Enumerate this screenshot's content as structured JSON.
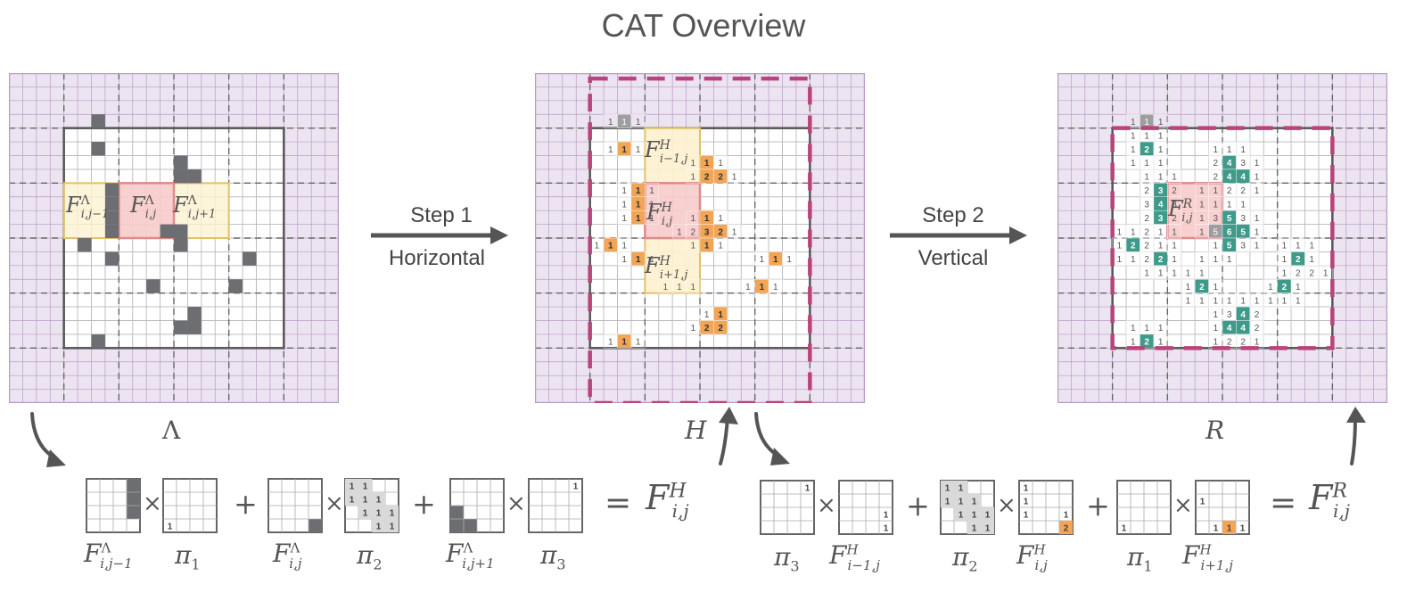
{
  "title": "CAT Overview",
  "steps": [
    {
      "step_label": "Step 1",
      "name_label": "Horizontal"
    },
    {
      "step_label": "Step 2",
      "name_label": "Vertical"
    }
  ],
  "panels": {
    "left": {
      "symbol": "Λ",
      "labels": {
        "a": "F",
        "a_sup": "Λ",
        "a_sub": "i,j−1",
        "b": "F",
        "b_sup": "Λ",
        "b_sub": "i,j",
        "c": "F",
        "c_sup": "Λ",
        "c_sub": "i,j+1"
      }
    },
    "middle": {
      "symbol": "H",
      "labels": {
        "a": "F",
        "a_sup": "H",
        "a_sub": "i−1,j",
        "b": "F",
        "b_sup": "H",
        "b_sub": "i,j",
        "c": "F",
        "c_sup": "H",
        "c_sub": "i+1,j"
      }
    },
    "right": {
      "symbol": "R",
      "labels": {
        "b": "F",
        "b_sup": "R",
        "b_sub": "i,j"
      }
    }
  },
  "equation1": {
    "terms": [
      {
        "name": "F",
        "sup": "Λ",
        "sub": "i,j−1",
        "pi": "π",
        "pi_sub": "1",
        "pi_val": "1"
      },
      {
        "name": "F",
        "sup": "Λ",
        "sub": "i,j",
        "pi": "π",
        "pi_sub": "2",
        "pi_val": "1"
      },
      {
        "name": "F",
        "sup": "Λ",
        "sub": "i,j+1",
        "pi": "π",
        "pi_sub": "3",
        "pi_val": "1"
      }
    ],
    "times": "×",
    "plus": "+",
    "equals": "=",
    "result": {
      "name": "F",
      "sup": "H",
      "sub": "i,j"
    }
  },
  "equation2": {
    "terms": [
      {
        "pi": "π",
        "pi_sub": "3",
        "name": "F",
        "sup": "H",
        "sub": "i−1,j",
        "pi_val": "1"
      },
      {
        "pi": "π",
        "pi_sub": "2",
        "name": "F",
        "sup": "H",
        "sub": "i,j",
        "pi_val": "1"
      },
      {
        "pi": "π",
        "pi_sub": "1",
        "name": "F",
        "sup": "H",
        "sub": "i+1,j",
        "pi_val": "1"
      }
    ],
    "times": "×",
    "plus": "+",
    "equals": "=",
    "result": {
      "name": "F",
      "sup": "R",
      "sub": "i,j"
    }
  },
  "cell_numbers": {
    "one": "1",
    "two": "2",
    "three": "3",
    "four": "4",
    "five": "5",
    "six": "6"
  },
  "colors": {
    "pad": "#ede4f1",
    "pad_line": "#b99bc6",
    "grid_line": "#bdbdbd",
    "dash_magenta": "#b8447a",
    "dark_cell": "#6d6e72",
    "orange": "#f1a555",
    "teal": "#3f9a8a",
    "yellow_hi": "#fdf2cf",
    "pink_hi": "#f7cbcb",
    "arrow": "#555555"
  }
}
